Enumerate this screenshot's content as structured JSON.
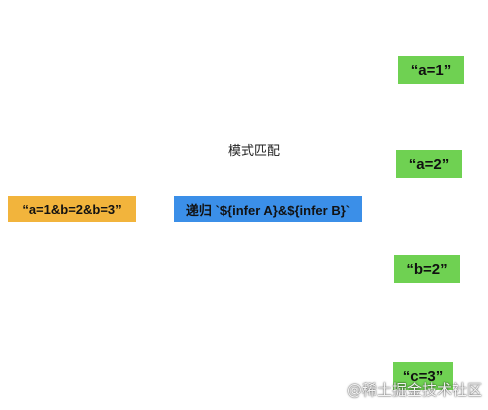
{
  "diagram": {
    "input": "“a=1&b=2&b=3”",
    "step_label": "模式匹配",
    "recursion": "递归 `${infer A}&${infer B}`",
    "outputs": [
      "“a=1”",
      "“a=2”",
      "“b=2”",
      "“c=3”"
    ]
  },
  "watermark": "@稀土掘金技术社区",
  "colors": {
    "input_box": "#f2b43c",
    "recursion_box": "#3b8fe8",
    "output_box": "#6fd152"
  }
}
